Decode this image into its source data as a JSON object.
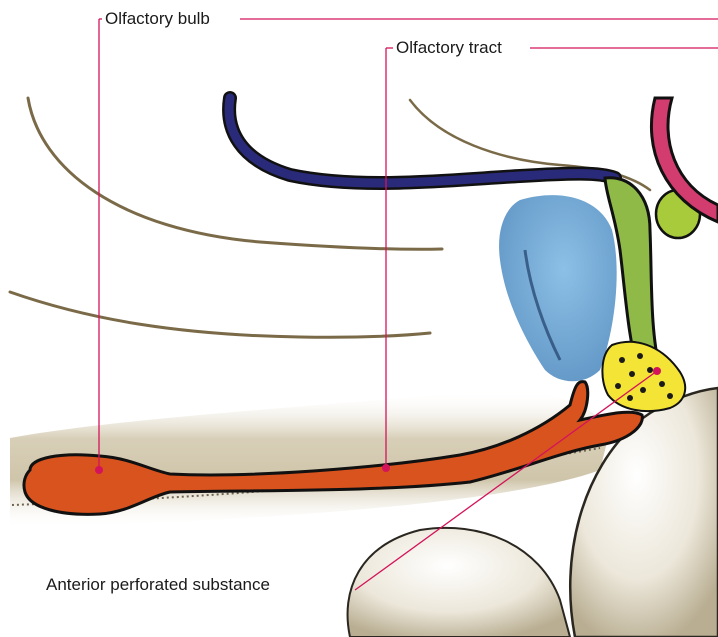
{
  "labels": {
    "olfactory_bulb": "Olfactory bulb",
    "olfactory_tract": "Olfactory tract",
    "anterior_perforated_substance": "Anterior perforated substance"
  },
  "colors": {
    "leader": "#d4145a",
    "bulb_tract": "#d9531e",
    "outline": "#111111",
    "speckle": "#cfc6b0",
    "blue_region": "#7ab2dc",
    "dark_blue_band": "#2a2a7a",
    "green_band": "#8fba48",
    "green_circle": "#a7cb3a",
    "red_band": "#d23c6e",
    "yellow_region": "#f3e436",
    "curve_lines": "#8a7a58"
  }
}
